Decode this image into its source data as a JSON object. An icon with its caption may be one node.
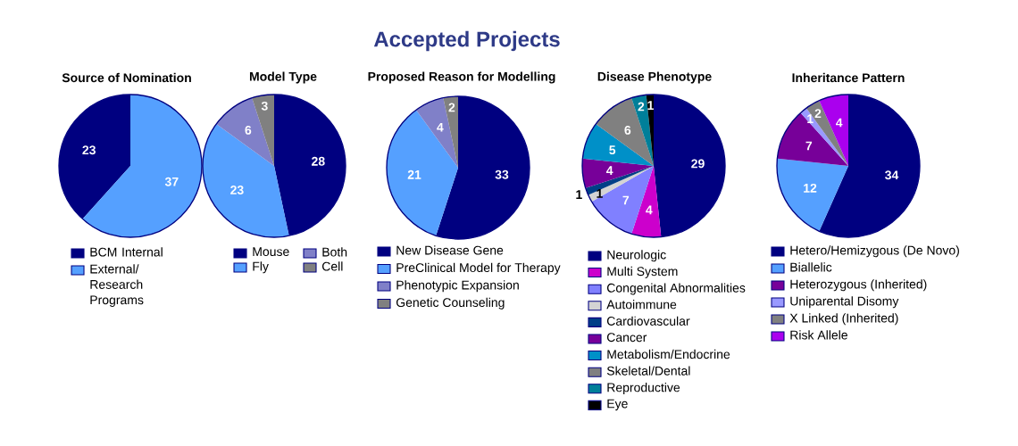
{
  "diagram": {
    "title": "Accepted Projects",
    "chart_data": [
      {
        "type": "pie",
        "title": "Source of Nomination",
        "categories": [
          "BCM Internal",
          "External/ Research Programs"
        ],
        "values": [
          23,
          37
        ],
        "colors": [
          "#000080",
          "#55a0ff"
        ],
        "data_labels": true,
        "legend": "bottom"
      },
      {
        "type": "pie",
        "title": "Model Type",
        "categories": [
          "Mouse",
          "Fly",
          "Both",
          "Cell"
        ],
        "values": [
          28,
          23,
          6,
          3
        ],
        "colors": [
          "#000080",
          "#55a0ff",
          "#8080c8",
          "#808080"
        ],
        "data_labels": true,
        "legend": "bottom"
      },
      {
        "type": "pie",
        "title": "Proposed Reason for Modelling",
        "categories": [
          "New Disease Gene",
          "PreClinical Model for Therapy",
          "Phenotypic Expansion",
          "Genetic Counseling"
        ],
        "values": [
          33,
          21,
          4,
          2
        ],
        "colors": [
          "#000080",
          "#55a0ff",
          "#8080c8",
          "#808080"
        ],
        "data_labels": true,
        "legend": "bottom"
      },
      {
        "type": "pie",
        "title": "Disease Phenotype",
        "categories": [
          "Neurologic",
          "Multi System",
          "Congenital Abnormalities",
          "Autoimmune",
          "Cardiovascular",
          "Cancer",
          "Metabolism/Endocrine",
          "Skeletal/Dental",
          "Reproductive",
          "Eye"
        ],
        "values": [
          29,
          4,
          7,
          1,
          1,
          4,
          5,
          6,
          2,
          1
        ],
        "colors": [
          "#000080",
          "#cc00cc",
          "#8080ff",
          "#d3d3d3",
          "#003f87",
          "#770099",
          "#0090c8",
          "#808080",
          "#007f99",
          "#000000"
        ],
        "data_labels": true,
        "legend": "bottom"
      },
      {
        "type": "pie",
        "title": "Inheritance Pattern",
        "categories": [
          "Hetero/Hemizygous (De Novo)",
          "Biallelic",
          "Heterozygous (Inherited)",
          "Uniparental Disomy",
          "X Linked (Inherited)",
          "Risk Allele"
        ],
        "values": [
          34,
          12,
          7,
          1,
          2,
          4
        ],
        "colors": [
          "#000080",
          "#55a0ff",
          "#770099",
          "#9999ff",
          "#808080",
          "#aa00ee"
        ],
        "data_labels": true,
        "legend": "bottom"
      }
    ]
  }
}
